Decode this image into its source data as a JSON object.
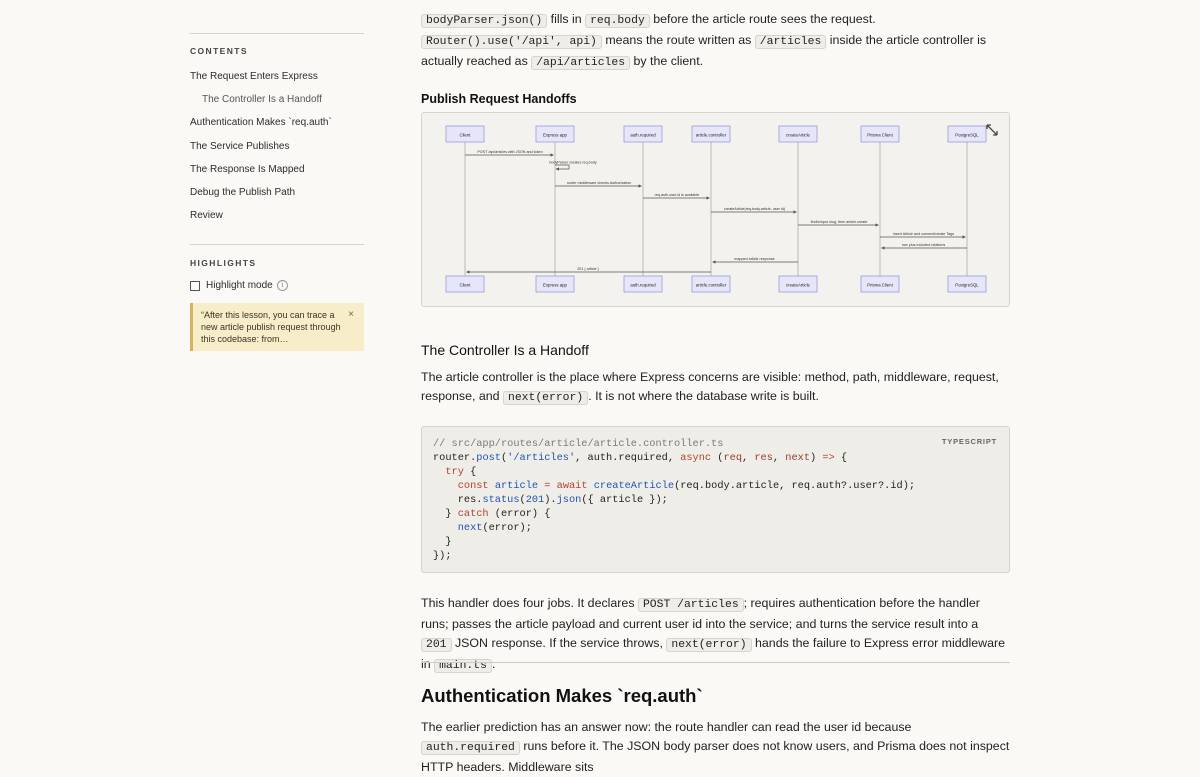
{
  "sidebar": {
    "contents_heading": "CONTENTS",
    "toc": [
      {
        "label": "The Request Enters Express",
        "sub": false
      },
      {
        "label": "The Controller Is a Handoff",
        "sub": true
      },
      {
        "label": "Authentication Makes `req.auth`",
        "sub": false
      },
      {
        "label": "The Service Publishes",
        "sub": false
      },
      {
        "label": "The Response Is Mapped",
        "sub": false
      },
      {
        "label": "Debug the Publish Path",
        "sub": false
      },
      {
        "label": "Review",
        "sub": false
      }
    ],
    "highlights_heading": "HIGHLIGHTS",
    "highlight_mode_label": "Highlight mode",
    "info_glyph": "i",
    "note_text": "“After this lesson, you can trace a new article publish request through this codebase: from…",
    "note_close": "×"
  },
  "intro": {
    "code1": "bodyParser.json()",
    "t1": " fills in ",
    "code2": "req.body",
    "t2": " before the article route sees the request. ",
    "code3": "Router().use('/api', api)",
    "t3": " means the route written as ",
    "code4": "/articles",
    "t4": " inside the article controller is actually reached as ",
    "code5": "/api/articles",
    "t5": " by the client."
  },
  "figure": {
    "title": "Publish Request Handoffs",
    "participants": [
      "Client",
      "Express app",
      "auth.required",
      "article.controller",
      "createArticle",
      "Prisma Client",
      "PostgreSQL"
    ],
    "messages": [
      {
        "from": 0,
        "to": 1,
        "label": "POST /api/articles with JSON and token"
      },
      {
        "from": 1,
        "to": 1,
        "label": "bodyParser creates req.body"
      },
      {
        "from": 1,
        "to": 2,
        "label": "router middleware checks Authorization"
      },
      {
        "from": 2,
        "to": 3,
        "label": "req.auth.user.id is available"
      },
      {
        "from": 3,
        "to": 4,
        "label": "createArticle(req.body.article, user id)"
      },
      {
        "from": 4,
        "to": 5,
        "label": "findUnique slug, then article.create"
      },
      {
        "from": 5,
        "to": 6,
        "label": "insert Article and connect/create Tags"
      },
      {
        "from": 6,
        "to": 5,
        "label": "row plus included relations"
      },
      {
        "from": 4,
        "to": 3,
        "label": "mapped article response"
      },
      {
        "from": 3,
        "to": 0,
        "label": "201 { article }"
      }
    ]
  },
  "section1": {
    "heading": "The Controller Is a Handoff",
    "p_t1": "The article controller is the place where Express concerns are visible: method, path, middleware, request, response, and ",
    "p_code1": "next(error)",
    "p_t2": ". It is not where the database write is built."
  },
  "code": {
    "language": "TYPESCRIPT",
    "comment": "// src/app/routes/article/article.controller.ts"
  },
  "after_code": {
    "t1": "This handler does four jobs. It declares ",
    "c1": "POST /articles",
    "t2": "; requires authentication before the handler runs; passes the article payload and current user id into the service; and turns the service result into a ",
    "c2": "201",
    "t3": " JSON response. If the service throws, ",
    "c3": "next(error)",
    "t4": " hands the failure to Express error middleware in ",
    "c4": "main.ts",
    "t5": "."
  },
  "section2": {
    "heading": "Authentication Makes `req.auth`",
    "p_t1": "The earlier prediction has an answer now: the route handler can read the user id because ",
    "p_code1": "auth.required",
    "p_t2": " runs before it. The JSON body parser does not know users, and Prisma does not inspect HTTP headers. Middleware sits"
  }
}
